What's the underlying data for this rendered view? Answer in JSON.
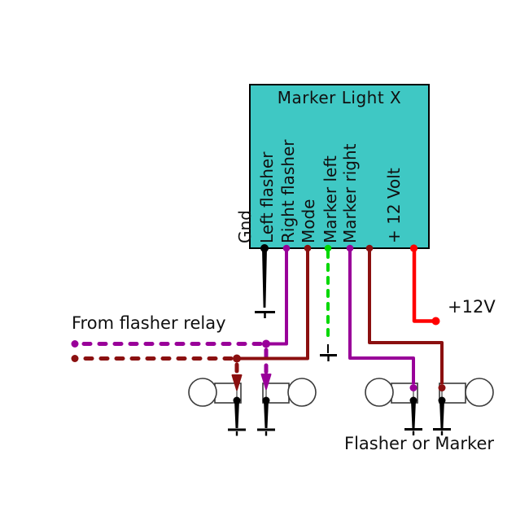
{
  "module": {
    "title": "Marker Light X",
    "pins": [
      {
        "label": "Gnd",
        "wire_color": "#000000"
      },
      {
        "label": "Left flasher",
        "wire_color": "#990099"
      },
      {
        "label": "Right flasher",
        "wire_color": "#8B1010"
      },
      {
        "label": "Mode",
        "wire_color": "#00D800"
      },
      {
        "label": "Marker left",
        "wire_color": "#990099"
      },
      {
        "label": "Marker right",
        "wire_color": "#8B1010"
      },
      {
        "label": "+ 12 Volt",
        "wire_color": "#FF0000"
      }
    ]
  },
  "annotations": {
    "from_flasher_relay": "From flasher relay",
    "supply": "+12V",
    "flasher_or_marker": "Flasher or Marker"
  },
  "colors": {
    "module_fill": "#3FC8C4",
    "purple": "#990099",
    "dark_red": "#8B1010",
    "green": "#00D800",
    "red": "#FF0000",
    "black": "#000000",
    "bulb_outline": "#3A3A3A"
  }
}
